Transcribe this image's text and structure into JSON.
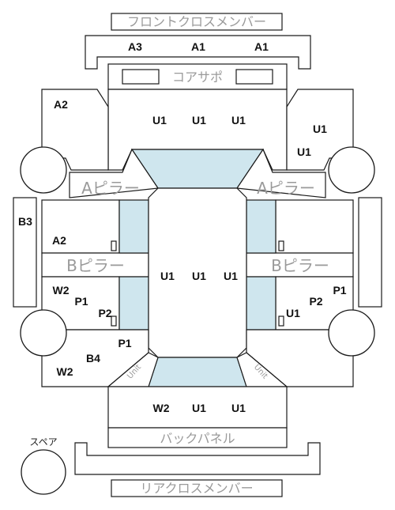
{
  "captions": {
    "front_cross_member": "フロントクロスメンバー",
    "core_support": "コアサポ",
    "a_pillar_left": "Aピラー",
    "a_pillar_right": "Aピラー",
    "b_pillar_left": "Bピラー",
    "b_pillar_right": "Bピラー",
    "back_panel": "バックパネル",
    "rear_cross_member": "リアクロスメンバー",
    "spare": "スペア",
    "unit_tag": "Unit"
  },
  "codes": {
    "front_member": [
      "A3",
      "A1",
      "A1"
    ],
    "front_roof": [
      "U1",
      "U1",
      "U1"
    ],
    "left_front_fender": "A2",
    "right_front_fender": [
      "U1",
      "U1"
    ],
    "left_side_b3": "B3",
    "left_front_door": "A2",
    "left_rear_door": [
      "W2",
      "P1",
      "P2"
    ],
    "left_quarter_p1": "P1",
    "left_rear_fender": [
      "B4",
      "W2"
    ],
    "center_roof": [
      "U1",
      "U1",
      "U1"
    ],
    "right_rear_door": [
      "P2",
      "P1",
      "U1"
    ],
    "rear_floor": [
      "W2",
      "U1",
      "U1"
    ]
  },
  "colors": {
    "glass": "#cfe6ee",
    "line": "#1a1a1a",
    "caption": "#9a9a9a"
  }
}
